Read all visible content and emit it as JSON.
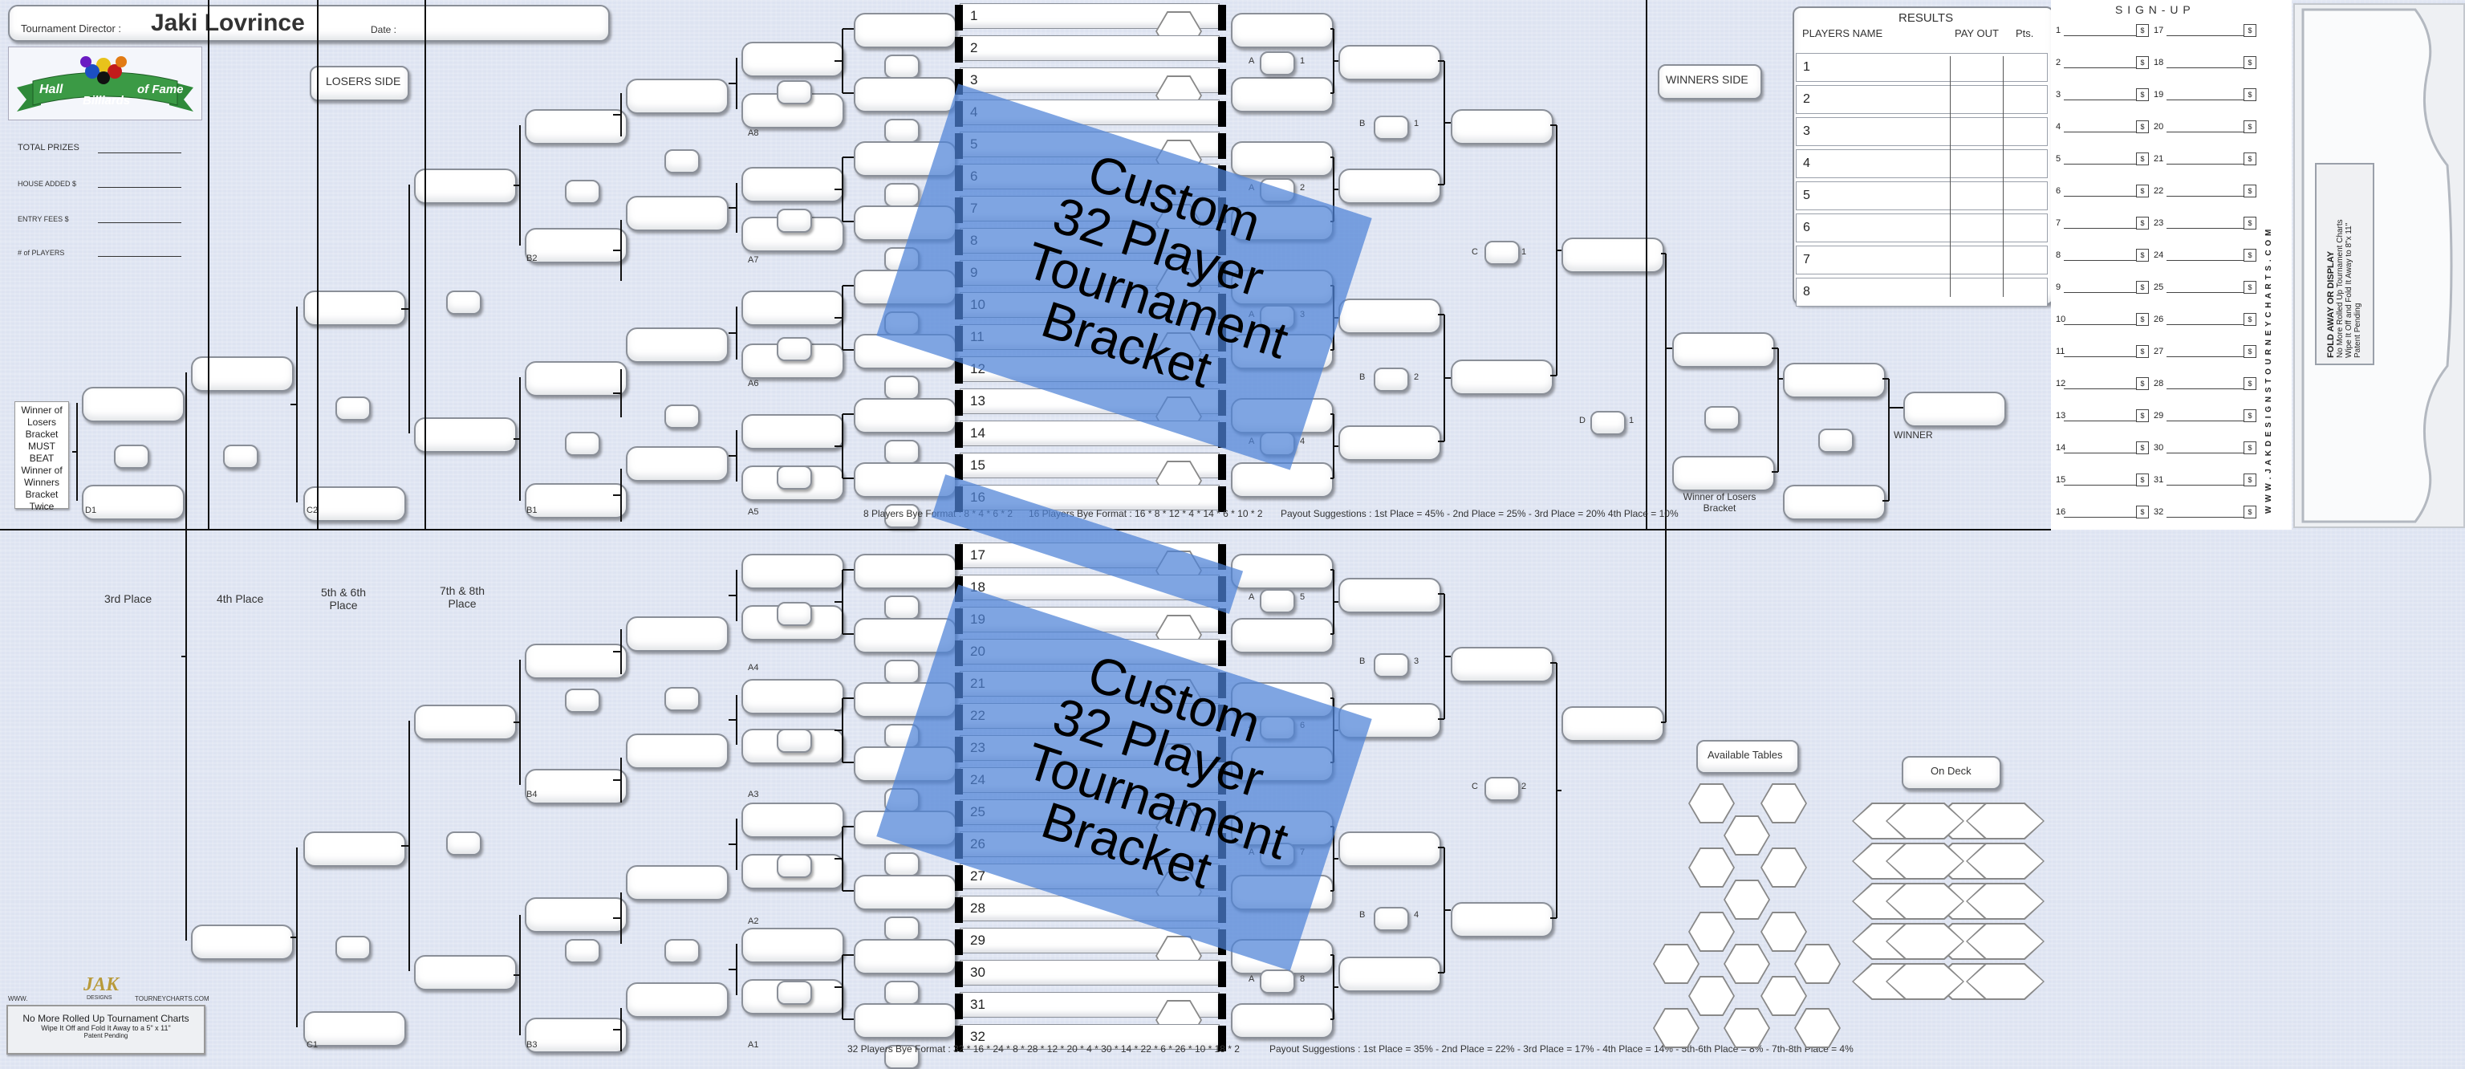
{
  "header": {
    "director_label": "Tournament Director :",
    "director_name": "Jaki  Lovrince",
    "date_label": "Date :"
  },
  "logo": {
    "top": "Hall",
    "mid": "Billiards",
    "right": "of Fame"
  },
  "prize_labels": [
    "TOTAL PRIZES",
    "HOUSE ADDED $",
    "ENTRY FEES $",
    "# of PLAYERS"
  ],
  "side_labels": {
    "losers": "LOSERS SIDE",
    "winners": "WINNERS SIDE"
  },
  "winner_note": "Winner of Losers Bracket MUST BEAT Winner of Winners Bracket Twice",
  "place_labels": {
    "third": "3rd Place",
    "fourth": "4th Place",
    "fifth_sixth": "5th & 6th Place",
    "seventh_eighth": "7th & 8th Place"
  },
  "bracket_codes": [
    "A8",
    "A7",
    "A6",
    "A5",
    "A4",
    "A3",
    "A2",
    "A1",
    "B2",
    "B1",
    "B4",
    "B3",
    "C2",
    "C1",
    "D1"
  ],
  "winners_marks": [
    "A",
    "1",
    "A",
    "2",
    "A",
    "3",
    "A",
    "4",
    "A",
    "5",
    "A",
    "6",
    "A",
    "7",
    "A",
    "8",
    "B",
    "1",
    "B",
    "2",
    "B",
    "3",
    "B",
    "4",
    "C",
    "1",
    "C",
    "2",
    "D",
    "1"
  ],
  "winners_bracket_label": "Winner of Losers Bracket",
  "winner_label": "WINNER",
  "players": [
    "1",
    "2",
    "3",
    "4",
    "5",
    "6",
    "7",
    "8",
    "9",
    "10",
    "11",
    "12",
    "13",
    "14",
    "15",
    "16",
    "17",
    "18",
    "19",
    "20",
    "21",
    "22",
    "23",
    "24",
    "25",
    "26",
    "27",
    "28",
    "29",
    "30",
    "31",
    "32"
  ],
  "banner_text": "Custom 32 Player Tournament Bracket",
  "banner_lines": [
    "Custom",
    "32 Player",
    "Tournament",
    "Bracket"
  ],
  "footnotes": {
    "bye8": "8 Players Bye Format : 8 * 4 * 6 * 2",
    "bye16": "16 Players Bye Format : 16 * 8 * 12 * 4 * 14 * 6 * 10 * 2",
    "payout_top": "Payout Suggestions :    1st Place = 45% - 2nd Place = 25% - 3rd Place = 20% 4th Place = 10%",
    "bye32": "32 Players Bye Format : 32 * 16 * 24 * 8 * 28 * 12 * 20 * 4 * 30 * 14 * 22 * 6 * 26 * 10 * 18 * 2",
    "payout_bottom": "Payout Suggestions :    1st Place = 35% - 2nd Place = 22% - 3rd Place = 17% - 4th Place = 14% - 5th-6th Place = 8% - 7th-8th Place = 4%"
  },
  "results": {
    "title": "RESULTS",
    "headers": [
      "PLAYERS NAME",
      "PAY OUT",
      "Pts."
    ],
    "rows": [
      "1",
      "2",
      "3",
      "4",
      "5",
      "6",
      "7",
      "8"
    ]
  },
  "signup": {
    "title": "S I G N  -  U P"
  },
  "available_tables": "Available Tables",
  "on_deck": "On Deck",
  "bottom_left": {
    "line1": "No More Rolled Up Tournament Charts",
    "line2": "Wipe It Off and Fold It Away to a 5\" x 11\"",
    "line3": "Patent Pending",
    "web_left": "WWW.",
    "web_right": "TOURNEYCHARTS.COM",
    "designs": "DESIGNS"
  },
  "fold_panel": {
    "title": "FOLD AWAY OR DISPLAY",
    "line1": "No More Rolled Up Tournament Charts",
    "line2": "Wipe It Off and Fold It Away to 8\"x 11\"",
    "line3": "Patent Pending"
  },
  "vertical_site": "W W W . J A K D E S I G N S T O U R N E Y C H A R T S . C O M",
  "colors": {
    "background": "#dde3f1",
    "banner": "#4e82d7",
    "line": "#111111",
    "logo_green": "#2f8a3a"
  }
}
